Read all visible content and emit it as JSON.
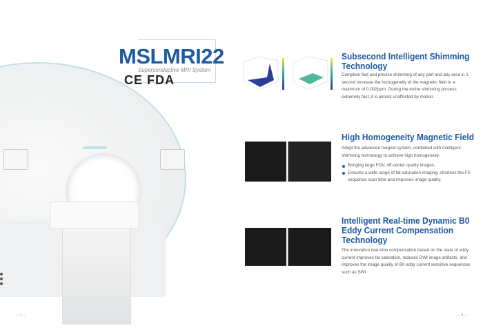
{
  "product": {
    "model": "MSLMRI22",
    "subtitle": "Superconductive MRI System",
    "certifications": "CE FDA"
  },
  "sections": [
    {
      "title": "Subsecond Intelligent Shimming Technology",
      "body": "Complete fast and precise shimming of any part and any area in 1 second increase the homogeneity of the magnetic field to a maximum of 0.002ppm. During the entire shimming process extremely fast, it is almost unaffected by motion."
    },
    {
      "title": "High Homogeneity Magnetic Field",
      "body": "Adopt the advanced magnet system, combined with intelligent shimming technology to achieve high homogeneity.",
      "bullets": [
        "Bringing large FOV, off-center quality images.",
        "Ensures a wide range of fat saturation imaging, shortens the FS sequence scan time and improves image quality."
      ]
    },
    {
      "title": "Intelligent Real-time Dynamic B0 Eddy Current Compensation Technology",
      "body": "The innovative real-time compensation based on the state of eddy current improves fat saturation, reduces DWI image artifacts, and improves the image quality of B0 eddy current sensitive sequences such as SWI."
    }
  ],
  "pages": {
    "left": "7",
    "right": "8"
  },
  "colors": {
    "accent": "#1f5aa0"
  }
}
